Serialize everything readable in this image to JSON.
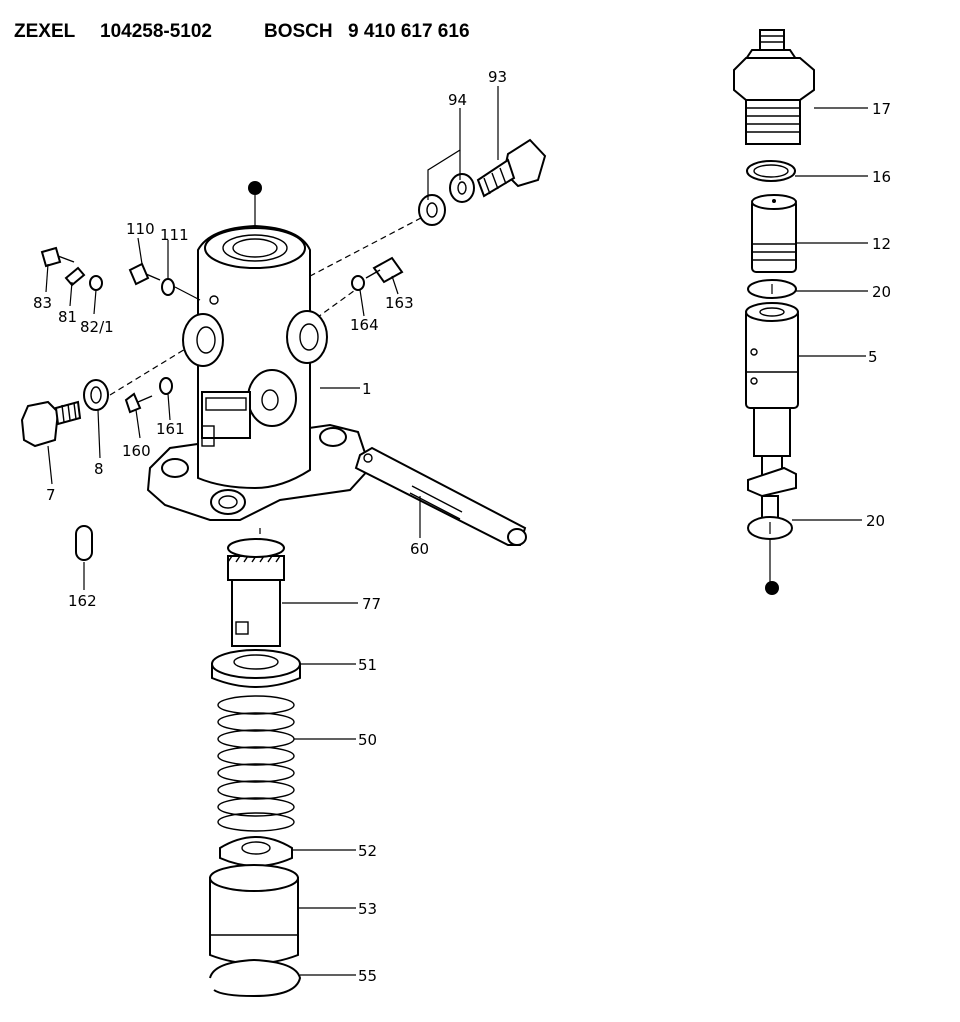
{
  "header": {
    "brand1": "ZEXEL",
    "part_no": "104258-5102",
    "brand2": "BOSCH",
    "bosch_no": "9 410 617 616"
  },
  "callouts": {
    "c93": "93",
    "c94": "94",
    "c110": "110",
    "c111": "111",
    "c83": "83",
    "c81": "81",
    "c82": "82/1",
    "c164": "164",
    "c163": "163",
    "c1": "1",
    "c7": "7",
    "c8": "8",
    "c160": "160",
    "c161": "161",
    "c60": "60",
    "c162": "162",
    "c77": "77",
    "c51": "51",
    "c50": "50",
    "c52": "52",
    "c53": "53",
    "c55": "55",
    "c17": "17",
    "c16": "16",
    "c12": "12",
    "c20a": "20",
    "c5": "5",
    "c20b": "20"
  }
}
